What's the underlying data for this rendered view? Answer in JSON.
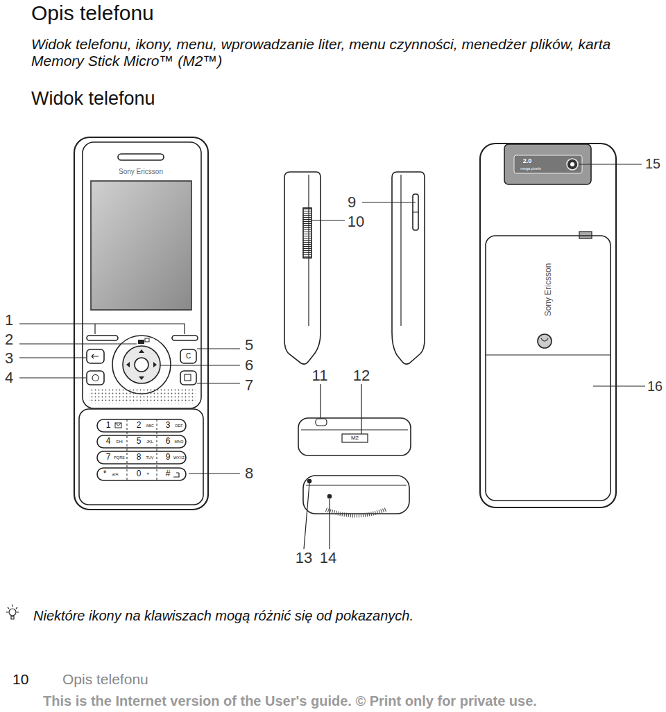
{
  "diagram": {
    "title": "Opis telefonu",
    "labels": [
      "Widok telefonu, ikony, menu, wprowadzanie liter, menu czynności, menedżer plików, karta Memory Stick Micro™ (M2™)",
      "Widok telefonu",
      "Sony Ericsson",
      "1",
      "2",
      "3",
      "4",
      "5",
      "6",
      "7",
      "8",
      "9",
      "10",
      "11",
      "12",
      "13",
      "14",
      "15",
      "16",
      "1",
      "2",
      "ABC",
      "3",
      "DEF",
      "4",
      "GHI",
      "5",
      "JKL",
      "6",
      "MNO",
      "7",
      "PQRS",
      "8",
      "TUV",
      "9",
      "WXYZ",
      "*",
      "a/A",
      "0",
      "+",
      "#",
      "C",
      "M2",
      "2.0",
      "mega pixels",
      "Sony Ericsson",
      "Niektóre ikony na klawiszach mogą różnić się od pokazanych.",
      "10",
      "Opis telefonu",
      "This is the Internet version of the User's guide. © Print only for private use."
    ]
  }
}
